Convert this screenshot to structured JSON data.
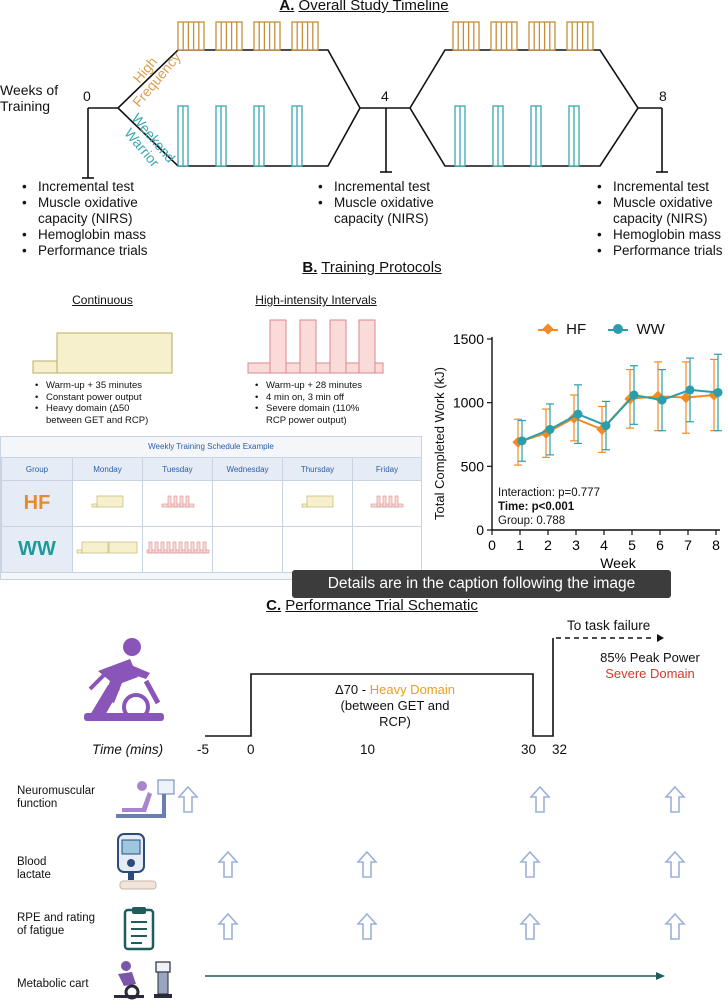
{
  "section_a": {
    "letter": "A.",
    "title": "Overall Study Timeline",
    "weeks_label_line1": "Weeks of",
    "weeks_label_line2": "Training",
    "week_ticks": [
      "0",
      "4",
      "8"
    ],
    "hf_label_line1": "High",
    "hf_label_line2": "Frequency",
    "ww_label_line1": "Weekend",
    "ww_label_line2": "Warrior",
    "bullets_week0": [
      "Incremental test",
      "Muscle oxidative",
      "capacity (NIRS)",
      "Hemoglobin mass",
      "Performance trials"
    ],
    "bullets_week4": [
      "Incremental test",
      "Muscle oxidative",
      "capacity (NIRS)"
    ],
    "bullets_week8": [
      "Incremental test",
      "Muscle oxidative",
      "capacity (NIRS)",
      "Hemoglobin mass",
      "Performance trials"
    ],
    "colors": {
      "hf": "#d9a050",
      "ww": "#3aa8b0"
    }
  },
  "section_b": {
    "letter": "B.",
    "title": "Training Protocols",
    "continuous": {
      "title": "Continuous",
      "bullets": [
        "Warm-up + 35 minutes",
        "Constant power output",
        "Heavy domain (Δ50",
        "between GET and RCP)"
      ]
    },
    "hiit": {
      "title": "High-intensity Intervals",
      "bullets": [
        "Warm-up + 28 minutes",
        "4 min on, 3 min off",
        "Severe domain (110%",
        "RCP power output)"
      ]
    },
    "schedule": {
      "title": "Weekly Training Schedule Example",
      "headers": [
        "Group",
        "Monday",
        "Tuesday",
        "Wednesday",
        "Thursday",
        "Friday"
      ],
      "groups": [
        "HF",
        "WW"
      ],
      "colors": {
        "hf": "#e88a2e",
        "ww": "#1f9a9a"
      }
    }
  },
  "chart_data": {
    "type": "line",
    "legend": [
      "HF",
      "WW"
    ],
    "ylabel": "Total Completed Work (kJ)",
    "xlabel": "Week",
    "x": [
      1,
      2,
      3,
      4,
      5,
      6,
      7,
      8
    ],
    "x_ticks": [
      "0",
      "1",
      "2",
      "3",
      "4",
      "5",
      "6",
      "7",
      "8"
    ],
    "y_ticks": [
      "0",
      "500",
      "1000",
      "1500"
    ],
    "ylim": [
      0,
      1500
    ],
    "xlim": [
      0,
      8
    ],
    "series": [
      {
        "name": "HF",
        "color": "#f28b25",
        "values": [
          690,
          760,
          880,
          790,
          1030,
          1050,
          1040,
          1060
        ],
        "error": [
          180,
          190,
          180,
          180,
          230,
          270,
          280,
          280
        ]
      },
      {
        "name": "WW",
        "color": "#2a9fab",
        "values": [
          700,
          790,
          910,
          820,
          1060,
          1020,
          1100,
          1080
        ],
        "error": [
          160,
          200,
          230,
          190,
          230,
          240,
          250,
          300
        ]
      }
    ],
    "stats": {
      "line1": "Interaction: p=0.777",
      "line2": "Time: p<0.001",
      "line3": "Group: 0.788"
    }
  },
  "overlay_caption": "Details are in the caption following the image",
  "section_c": {
    "letter": "C.",
    "title": "Performance Trial Schematic",
    "task_failure": "To task failure",
    "peak_power": "85% Peak Power",
    "severe_domain": "Severe Domain",
    "delta_prefix": "Δ70 - ",
    "heavy_domain": "Heavy Domain",
    "between_line1": "(between GET and",
    "between_line2": "RCP)",
    "time_label": "Time (mins)",
    "time_ticks": [
      "-5",
      "0",
      "10",
      "30",
      "32"
    ],
    "rows": [
      {
        "label_line1": "Neuromuscular",
        "label_line2": "function",
        "icon": "neuromuscular-chair-icon"
      },
      {
        "label_line1": "Blood",
        "label_line2": "lactate",
        "icon": "lactate-meter-icon"
      },
      {
        "label_line1": "RPE and rating",
        "label_line2": "of fatigue",
        "icon": "clipboard-icon"
      },
      {
        "label_line1": "Metabolic cart",
        "label_line2": "",
        "icon": "metabolic-cart-icon"
      }
    ],
    "colors": {
      "heavy": "#e8a020",
      "severe": "#d13b2f",
      "arrow": "#9ab2d8",
      "cart_line": "#1f5c5c"
    }
  }
}
